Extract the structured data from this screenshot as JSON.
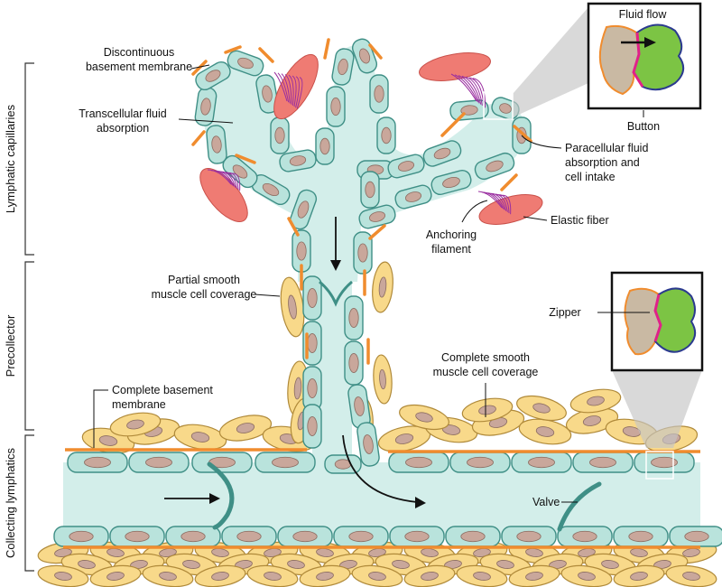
{
  "sections": {
    "capillaries": "Lymphatic capillaries",
    "precollector": "Precollector",
    "collecting": "Collecting lymphatics"
  },
  "labels": {
    "discontinuous_1": "Discontinuous",
    "discontinuous_2": "basement membrane",
    "transcellular_1": "Transcellular fluid",
    "transcellular_2": "absorption",
    "paracellular_1": "Paracellular fluid",
    "paracellular_2": "absorption and",
    "paracellular_3": "cell intake",
    "elastic_fiber": "Elastic fiber",
    "anchoring_1": "Anchoring",
    "anchoring_2": "filament",
    "partial_1": "Partial smooth",
    "partial_2": "muscle cell coverage",
    "complete_smc_1": "Complete smooth",
    "complete_smc_2": "muscle cell coverage",
    "complete_bm_1": "Complete basement",
    "complete_bm_2": "membrane",
    "valve": "Valve",
    "fluid_flow": "Fluid flow",
    "button": "Button",
    "zipper": "Zipper"
  },
  "colors": {
    "endothelial": "#b9e3dc",
    "endothelial_edge": "#3f8f86",
    "lumen": "#d3eeea",
    "nucleus": "#c9a79b",
    "basement": "#f08c2e",
    "smooth_muscle": "#f8d98a",
    "smooth_muscle_edge": "#b08a3a",
    "elastic": "#ef7b73",
    "filament": "#9a2fa0",
    "cell_green": "#7cc444",
    "cell_tan": "#c9b9a3",
    "junction": "#e0218a"
  }
}
